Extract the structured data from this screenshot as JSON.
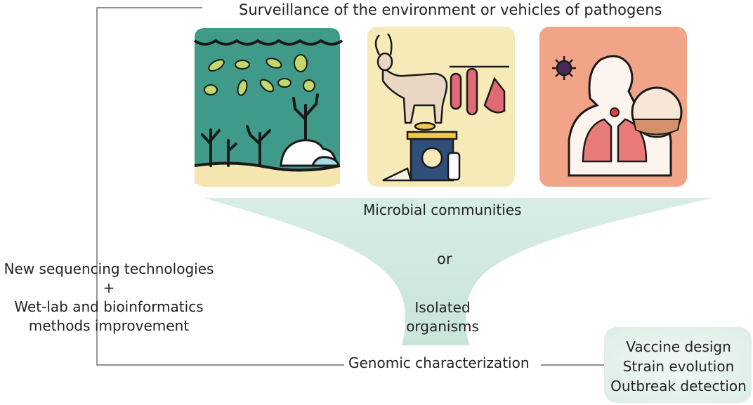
{
  "title": "Surveillance of the environment or vehicles of pathogens",
  "funnel": {
    "top_label": "Microbial communities",
    "middle_label": "or",
    "bottom_label_line1": "Isolated",
    "bottom_label_line2": "organisms"
  },
  "output_label": "Genomic characterization",
  "drivers": {
    "line1": "New sequencing technologies",
    "line2": "+",
    "line3": "Wet-lab and bioinformatics",
    "line4": "methods improvement"
  },
  "applications": [
    "Vaccine design",
    "Strain evolution",
    "Outbreak detection"
  ],
  "panels": [
    {
      "name": "environment",
      "icon": "aquatic-environment-illustration",
      "color": "#3f9a8a"
    },
    {
      "name": "food",
      "icon": "food-animal-products-illustration",
      "color": "#f6eab8"
    },
    {
      "name": "human",
      "icon": "human-respiratory-illustration",
      "color": "#f2a488"
    }
  ],
  "colors": {
    "funnel": "#d3ece2",
    "apps_box": "#e3f1ea",
    "lines": "#6a6a6a"
  }
}
